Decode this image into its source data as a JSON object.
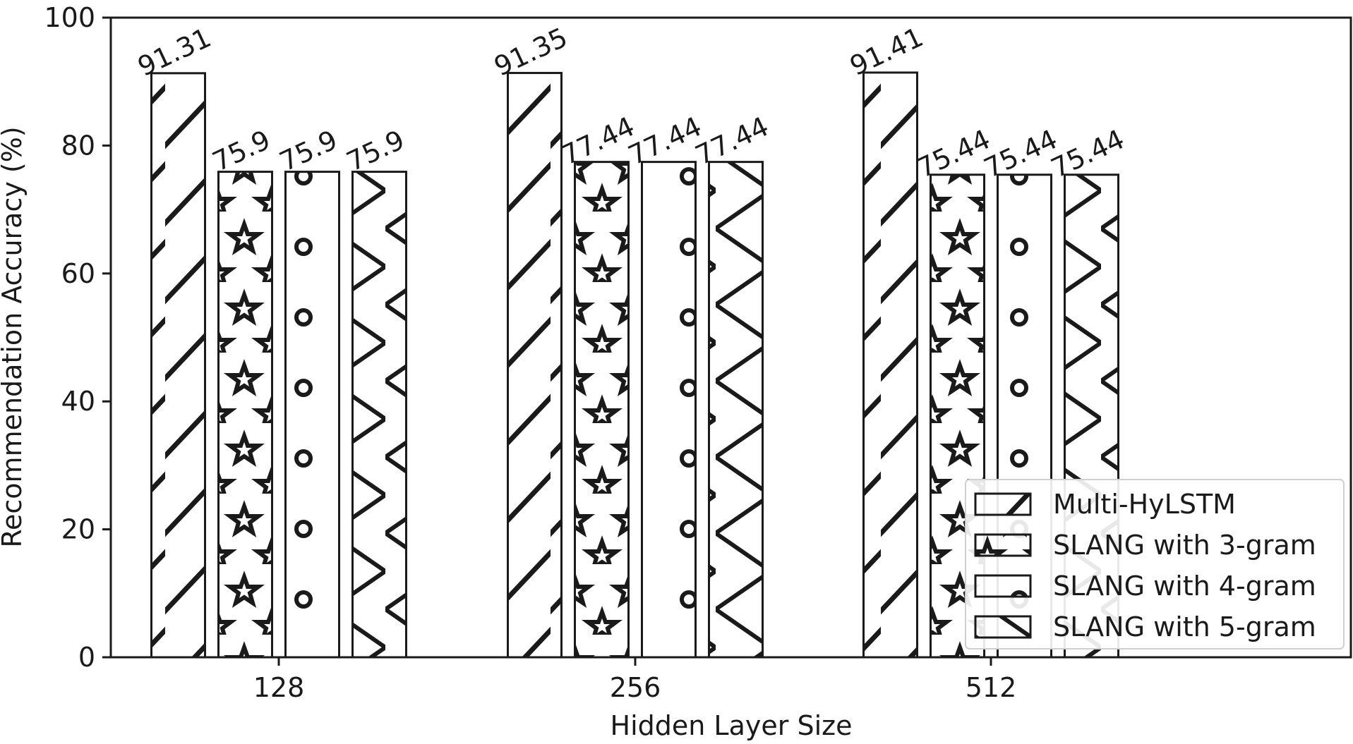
{
  "chart_data": {
    "type": "bar",
    "title": "",
    "xlabel": "Hidden Layer Size",
    "ylabel": "Recommendation Accuracy (%)",
    "categories": [
      "128",
      "256",
      "512"
    ],
    "ylim": [
      0,
      100
    ],
    "yticks": [
      "0",
      "20",
      "40",
      "60",
      "80",
      "100"
    ],
    "series": [
      {
        "name": "Multi-HyLSTM",
        "values": [
          91.31,
          91.35,
          91.41
        ],
        "labels": [
          "91.31",
          "91.35",
          "91.41"
        ],
        "hatch": "diagonal"
      },
      {
        "name": "SLANG with 3-gram",
        "values": [
          75.9,
          77.44,
          75.44
        ],
        "labels": [
          "75.9",
          "77.44",
          "75.44"
        ],
        "hatch": "stars"
      },
      {
        "name": "SLANG with 4-gram",
        "values": [
          75.9,
          77.44,
          75.44
        ],
        "labels": [
          "75.9",
          "77.44",
          "75.44"
        ],
        "hatch": "circles"
      },
      {
        "name": "SLANG with 5-gram",
        "values": [
          75.9,
          77.44,
          75.44
        ],
        "labels": [
          "75.9",
          "77.44",
          "75.44"
        ],
        "hatch": "cross"
      }
    ],
    "legend": "lower-right",
    "grid": false,
    "colors": {
      "bar_fill": "#ffffff",
      "edge": "#1a1a1a"
    }
  }
}
